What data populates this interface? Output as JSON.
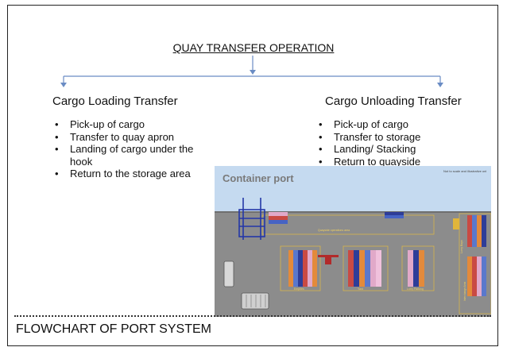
{
  "title": "QUAY TRANSFER OPERATION",
  "loading": {
    "heading": "Cargo Loading Transfer",
    "steps": [
      "Pick-up of cargo",
      "Transfer to quay apron",
      "Landing of cargo under the hook",
      "Return to the storage area"
    ]
  },
  "unloading": {
    "heading": "Cargo Unloading Transfer",
    "steps": [
      "Pick-up of cargo",
      "Transfer to storage",
      "Landing/ Stacking",
      "Return to quayside"
    ]
  },
  "inset": {
    "title": "Container port",
    "note": "Not to scale and illustrative onl",
    "labels": [
      "Quayside operations area",
      "Empties",
      "Yard",
      "Lorry Bays",
      "Lorry Parking",
      "Interchange Area"
    ]
  },
  "footer": "FLOWCHART OF PORT SYSTEM",
  "colors": {
    "connector": "#6a8cc4",
    "water": "#c5daf0",
    "quay": "#8a8a8a",
    "crane": "#2437a8"
  }
}
